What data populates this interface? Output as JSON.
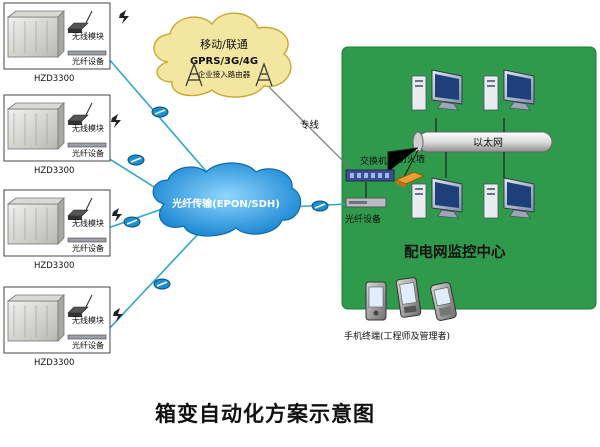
{
  "title": "箱变自动化方案示意图",
  "substation": {
    "model": "HZD3300",
    "wireless_module": "无线模块",
    "fiber_device": "光纤设备",
    "count": 4
  },
  "mobile_cloud": {
    "line1": "移动/联通",
    "line2": "GPRS/3G/4G",
    "line3": "企业接入路由器"
  },
  "fiber_cloud": {
    "label": "光纤传输(EPON/SDH)"
  },
  "dedicated_line": "专线",
  "center": {
    "title": "配电网监控中心",
    "ethernet": "以太网",
    "switch": "交换机",
    "firewall": "防火墙",
    "fiber_device": "光纤设备"
  },
  "terminal": "手机终端(工程师及管理者)",
  "colors": {
    "center_bg": "#2f9a4c",
    "link": "#2aa7c9",
    "fiber_cloud": "#1fa3e0",
    "mobile_cloud": "#f2e6a0"
  }
}
